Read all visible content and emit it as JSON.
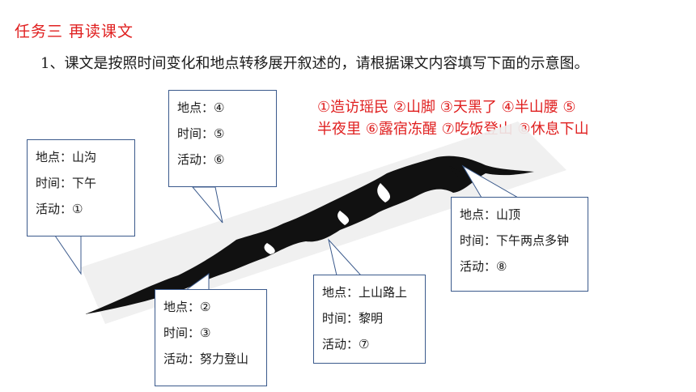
{
  "task_title": "任务三  再读课文",
  "instruction": "1、课文是按照时间变化和地点转移展开叙述的，请根据课文内容填写下面的示意图。",
  "answers_line1": "①造访瑶民 ②山脚 ③天黑了 ④半山腰 ⑤",
  "answers_line2": "半夜里 ⑥露宿冻醒 ⑦吃饭登山 ⑧休息下山",
  "labels": {
    "place": "地点：",
    "time": "时间：",
    "activity": "活动："
  },
  "bubbles": [
    {
      "place": "山沟",
      "time": "下午",
      "activity": "①"
    },
    {
      "place": "④",
      "time": "⑤",
      "activity": "⑥"
    },
    {
      "place": "②",
      "time": "③",
      "activity": "努力登山"
    },
    {
      "place": "上山路上",
      "time": "黎明",
      "activity": "⑦"
    },
    {
      "place": "山顶",
      "time": "下午两点多钟",
      "activity": "⑧"
    }
  ],
  "colors": {
    "answer_red": "#e02020",
    "bubble_border": "#3b5a8c",
    "mountain": "#111111"
  }
}
